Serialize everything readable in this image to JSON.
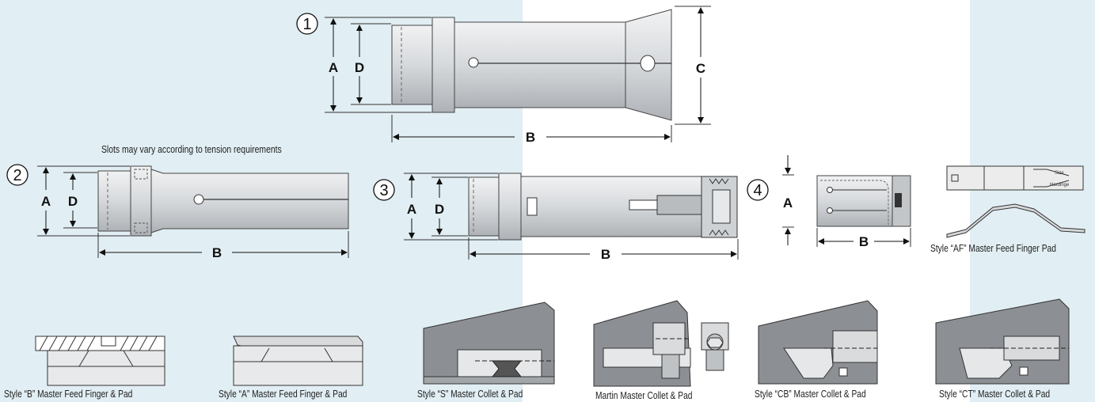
{
  "note": "Slots may vary according to tension requirements",
  "callouts": [
    "1",
    "2",
    "3",
    "4"
  ],
  "dimension_labels": {
    "a": "A",
    "b": "B",
    "c": "C",
    "d": "D"
  },
  "pad_marks": {
    "size": "Size",
    "brand": "Hardinge"
  },
  "captions": {
    "style_af": "Style “AF” Master Feed Finger Pad",
    "style_b": "Style “B” Master Feed Finger & Pad",
    "style_a": "Style “A” Master Feed Finger & Pad",
    "style_s": "Style “S” Master Collet & Pad",
    "martin": "Martin Master Collet & Pad",
    "style_cb": "Style “CB” Master Collet & Pad",
    "style_ct": "Style “CT” Master Collet & Pad"
  }
}
